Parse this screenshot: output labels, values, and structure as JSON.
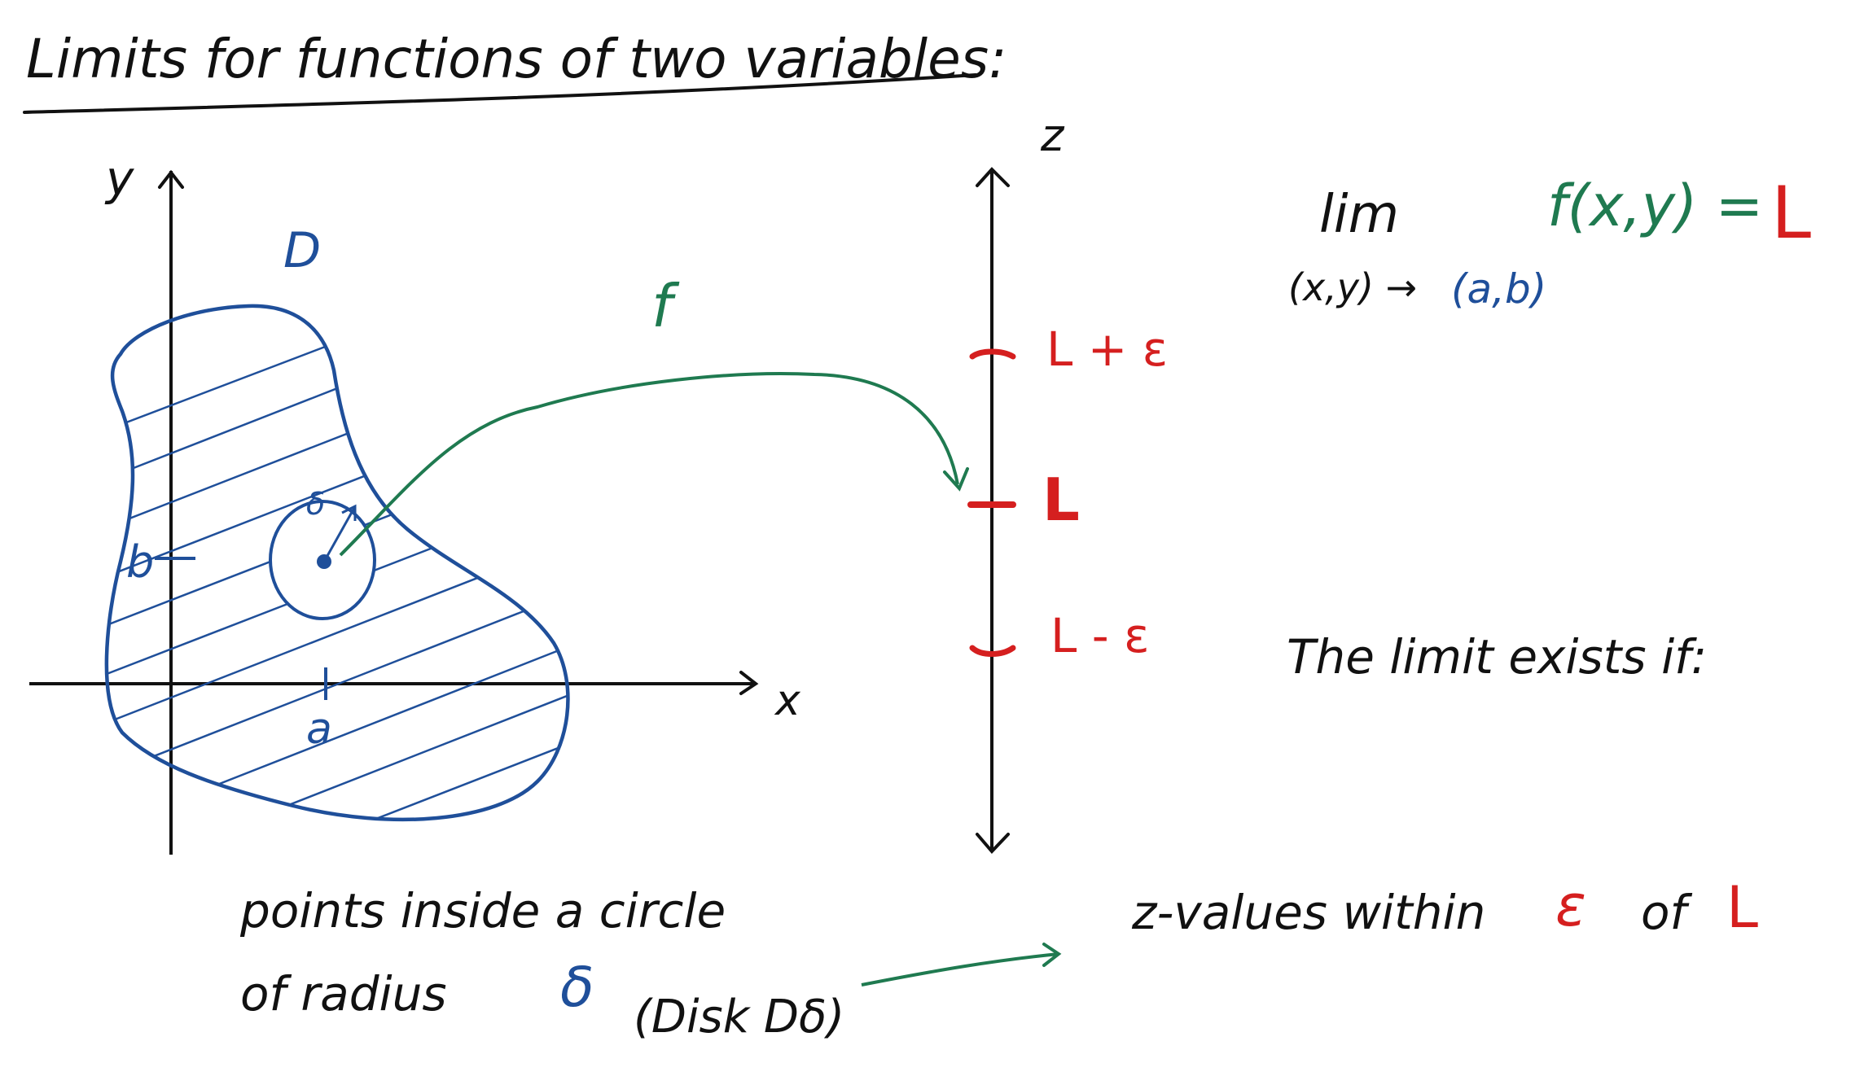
{
  "title": "Limits for functions of two variables:",
  "axes": {
    "x_label": "x",
    "y_label": "y",
    "z_label": "z",
    "a_label": "a",
    "b_label": "b"
  },
  "region_label": "D",
  "function_label": "f",
  "delta_small": "δ",
  "z_marks": {
    "upper": "L + ε",
    "center": "L",
    "lower": "L - ε"
  },
  "limit_expression": {
    "lim_word": "lim",
    "approach_left": "(x,y) →",
    "approach_point": "(a,b)",
    "function": "f(x,y) =",
    "value": "L"
  },
  "exists_text": "The limit exists if:",
  "points_text": {
    "line1": "points inside a circle",
    "line2": "of radius",
    "delta": "δ",
    "disk": "(Disk Dδ)"
  },
  "zvalues_text": {
    "prefix": "z-values within",
    "epsilon": "ε",
    "of": "of",
    "value": "L"
  },
  "colors": {
    "ink": "#111111",
    "blue": "#1f4f9a",
    "green": "#1f7a50",
    "red": "#d51f1f"
  }
}
